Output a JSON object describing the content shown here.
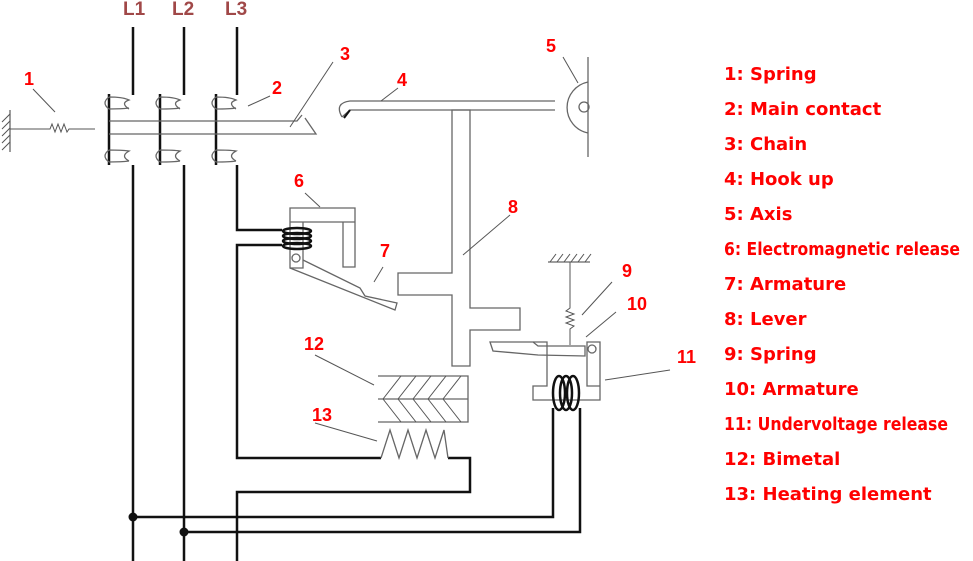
{
  "phases": [
    "L1",
    "L2",
    "L3"
  ],
  "callouts": [
    "1",
    "2",
    "3",
    "4",
    "5",
    "6",
    "7",
    "8",
    "9",
    "10",
    "11",
    "12",
    "13"
  ],
  "legend": [
    "1: Spring",
    "2: Main contact",
    "3: Chain",
    "4: Hook up",
    "5: Axis",
    "6: Electromagnetic release",
    "7: Armature",
    "8: Lever",
    "9: Spring",
    "10: Armature",
    "11: Undervoltage release",
    "12: Bimetal",
    "13: Heating element"
  ]
}
